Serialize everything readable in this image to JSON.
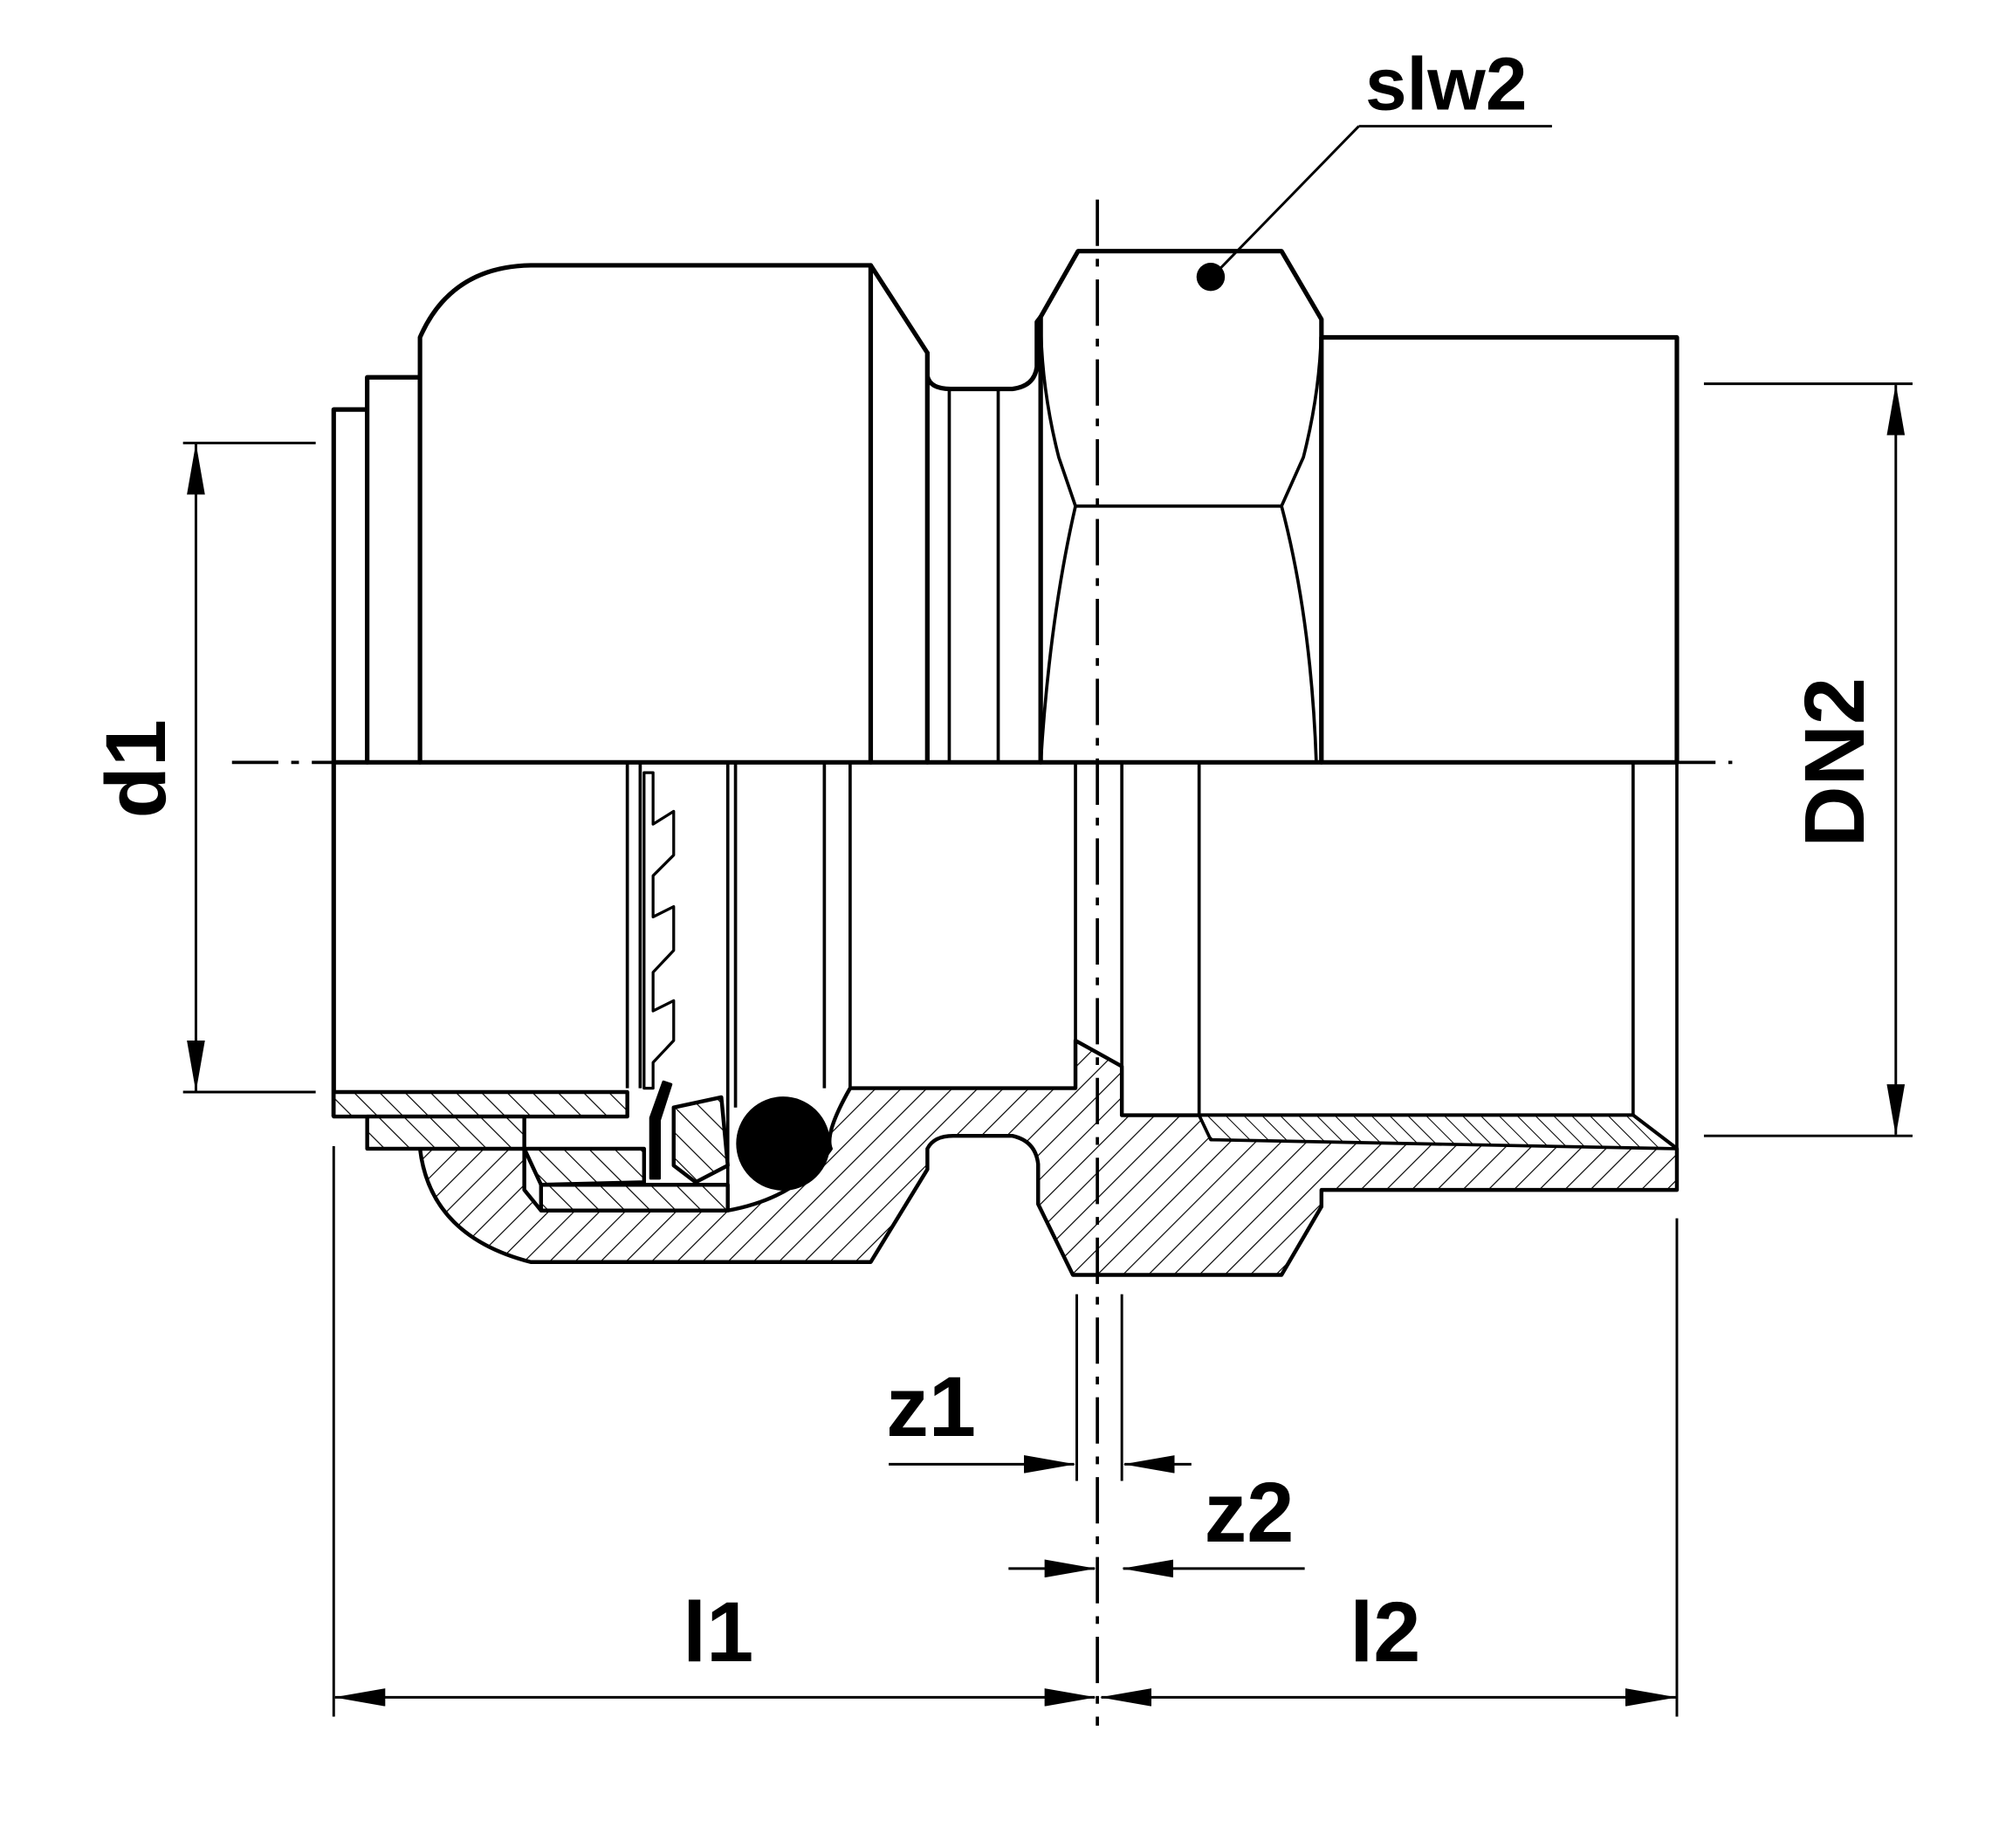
{
  "labels": {
    "slw2": "slw2",
    "d1": "d1",
    "dn2": "DN2",
    "z1": "z1",
    "z2": "z2",
    "l1": "l1",
    "l2": "l2"
  },
  "colors": {
    "ink": "#000000",
    "paper": "#ffffff"
  }
}
